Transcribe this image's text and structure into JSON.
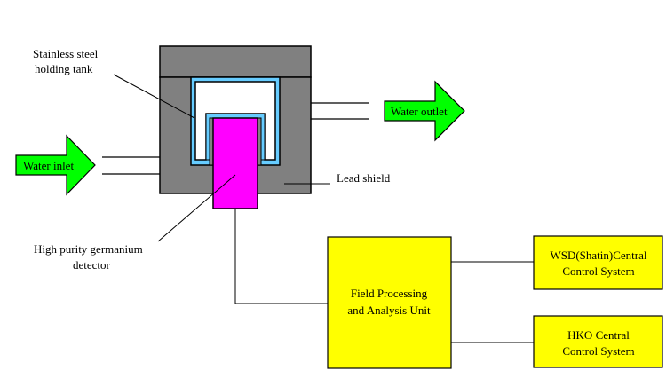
{
  "diagram": {
    "labels": {
      "stainless_line1": "Stainless steel",
      "stainless_line2": "holding tank",
      "water_inlet": "Water inlet",
      "water_outlet": "Water outlet",
      "lead_shield": "Lead shield",
      "detector_line1": "High purity germanium",
      "detector_line2": "detector",
      "processing_line1": "Field Processing",
      "processing_line2": "and Analysis Unit",
      "wsd_line1": "WSD(Shatin)Central",
      "wsd_line2": "Control System",
      "hko_line1": "HKO Central",
      "hko_line2": "Control System"
    },
    "colors": {
      "shield_gray": "#808080",
      "tank_blue": "#66ccff",
      "detector_magenta": "#ff00ff",
      "arrow_green": "#00ff00",
      "box_yellow": "#ffff00"
    }
  }
}
